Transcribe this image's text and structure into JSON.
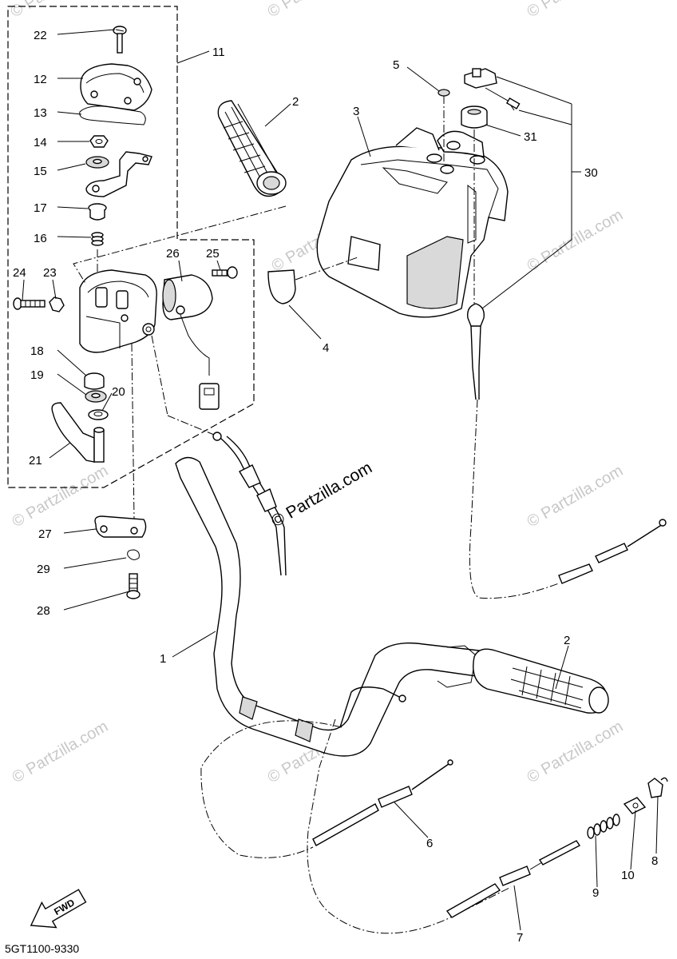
{
  "diagram": {
    "code": "5GT1100-9330",
    "fwd_label": "FWD",
    "watermark": "© Partzilla.com",
    "callouts": {
      "n1": "1",
      "n2a": "2",
      "n2b": "2",
      "n3": "3",
      "n4": "4",
      "n5": "5",
      "n6": "6",
      "n7": "7",
      "n8": "8",
      "n9": "9",
      "n10": "10",
      "n11": "11",
      "n12": "12",
      "n13": "13",
      "n14": "14",
      "n15": "15",
      "n16": "16",
      "n17": "17",
      "n18": "18",
      "n19": "19",
      "n20": "20",
      "n21": "21",
      "n22": "22",
      "n23": "23",
      "n24": "24",
      "n25": "25",
      "n26": "26",
      "n27": "27",
      "n28": "28",
      "n29": "29",
      "n30": "30",
      "n31": "31"
    }
  }
}
